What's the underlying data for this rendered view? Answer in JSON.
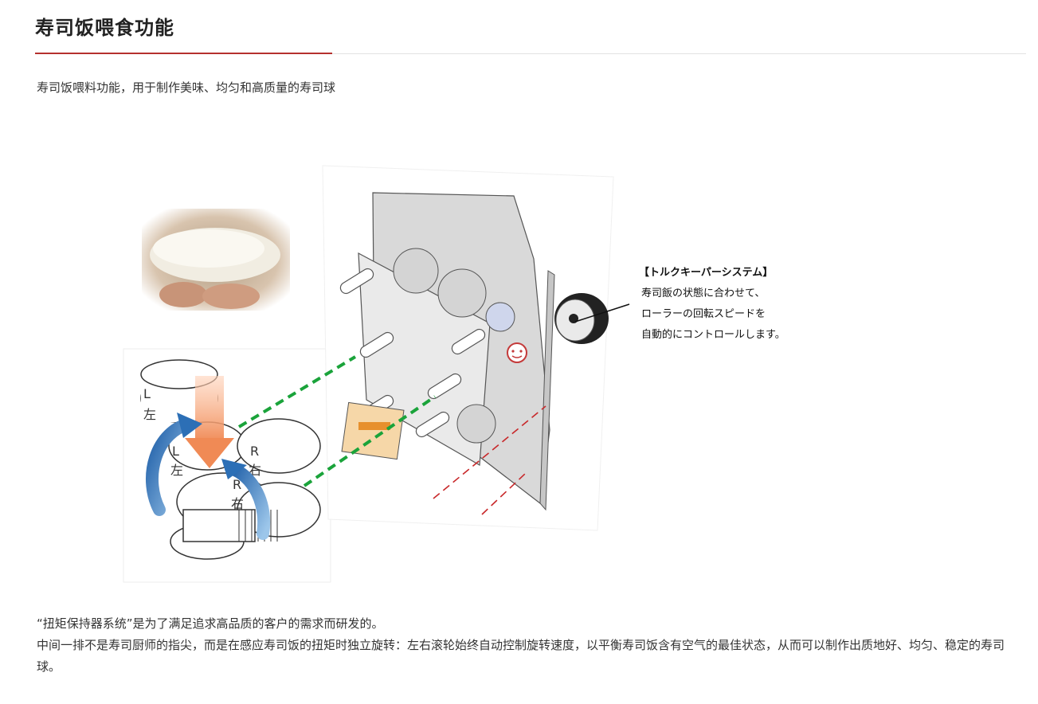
{
  "header": {
    "title": "寿司饭喂食功能"
  },
  "intro": {
    "text": "寿司饭喂料功能，用于制作美味、均匀和高质量的寿司球"
  },
  "callout": {
    "heading": "【トルクキーパーシステム】",
    "lines": [
      "寿司飯の状態に合わせて、",
      "ローラーの回転スピードを",
      "自動的にコントロールします。"
    ]
  },
  "figure": {
    "roller_labels": [
      "L",
      "左",
      "L",
      "左",
      "R",
      "右",
      "R",
      "右"
    ]
  },
  "body": {
    "paragraph1": "“扭矩保持器系统”是为了满足追求高品质的客户的需求而研发的。",
    "paragraph2": "中间一排不是寿司厨师的指尖，而是在感应寿司饭的扭矩时独立旋转：左右滚轮始终自动控制旋转速度，以平衡寿司饭含有空气的最佳状态，从而可以制作出质地好、均匀、稳定的寿司球。"
  },
  "colors": {
    "accent": "#b5312e",
    "dashed_green": "#1aa33a",
    "dashed_red": "#c8282a",
    "arrow_blue": "#3d7fc1",
    "arrow_orange": "#f2a070"
  }
}
